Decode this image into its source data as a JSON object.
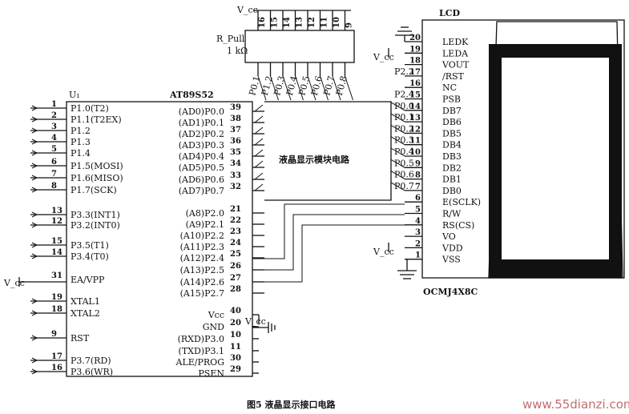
{
  "vcc_label": "V_cc",
  "r_pull": {
    "name": "R_Pull",
    "value": "1 kΩ",
    "pins": [
      "16",
      "15",
      "14",
      "13",
      "12",
      "11",
      "10",
      "9"
    ]
  },
  "mcu": {
    "id": "U₁",
    "part": "AT89S52",
    "left_pins": [
      {
        "num": "1",
        "label": "P1.0(T2)"
      },
      {
        "num": "2",
        "label": "P1.1(T2EX)"
      },
      {
        "num": "3",
        "label": "P1.2"
      },
      {
        "num": "4",
        "label": "P1.3"
      },
      {
        "num": "5",
        "label": "P1.4"
      },
      {
        "num": "6",
        "label": "P1.5(MOSI)"
      },
      {
        "num": "7",
        "label": "P1.6(MISO)"
      },
      {
        "num": "8",
        "label": "P1.7(SCK)"
      },
      {
        "num": "13",
        "label": "P3.3(INT1)"
      },
      {
        "num": "12",
        "label": "P3.2(INT0)"
      },
      {
        "num": "15",
        "label": "P3.5(T1)"
      },
      {
        "num": "14",
        "label": "P3.4(T0)"
      },
      {
        "num": "31",
        "label": "EA/VPP"
      },
      {
        "num": "19",
        "label": "XTAL1"
      },
      {
        "num": "18",
        "label": "XTAL2"
      },
      {
        "num": "9",
        "label": "RST"
      },
      {
        "num": "17",
        "label": "P3.7(RD)"
      },
      {
        "num": "16",
        "label": "P3.6(WR)"
      }
    ],
    "right_pins": [
      {
        "num": "39",
        "label": "(AD0)P0.0"
      },
      {
        "num": "38",
        "label": "(AD1)P0.1"
      },
      {
        "num": "37",
        "label": "(AD2)P0.2"
      },
      {
        "num": "36",
        "label": "(AD3)P0.3"
      },
      {
        "num": "35",
        "label": "(AD4)P0.4"
      },
      {
        "num": "34",
        "label": "(AD5)P0.5"
      },
      {
        "num": "33",
        "label": "(AD6)P0.6"
      },
      {
        "num": "32",
        "label": "(AD7)P0.7"
      },
      {
        "num": "21",
        "label": "(A8)P2.0"
      },
      {
        "num": "22",
        "label": "(A9)P2.1"
      },
      {
        "num": "23",
        "label": "(A10)P2.2"
      },
      {
        "num": "24",
        "label": "(A11)P2.3"
      },
      {
        "num": "25",
        "label": "(A12)P2.4"
      },
      {
        "num": "26",
        "label": "(A13)P2.5"
      },
      {
        "num": "27",
        "label": "(A14)P2.6"
      },
      {
        "num": "28",
        "label": "(A15)P2.7"
      },
      {
        "num": "40",
        "label": "Vcc"
      },
      {
        "num": "20",
        "label": "GND"
      },
      {
        "num": "10",
        "label": "(RXD)P3.0"
      },
      {
        "num": "11",
        "label": "(TXD)P3.1"
      },
      {
        "num": "30",
        "label": "ALE/PROG"
      },
      {
        "num": "29",
        "label": "PSEN"
      }
    ]
  },
  "pullup_nets": [
    "P0.1",
    "P1.2",
    "P0.3",
    "P0.4",
    "P0.5",
    "P0.6",
    "P0.7",
    "P0.8"
  ],
  "bus_label": "液晶显示模块电路",
  "lcd": {
    "title": "LCD",
    "part": "OCMJ4X8C",
    "pins": [
      {
        "num": "20",
        "label": "LEDK"
      },
      {
        "num": "19",
        "label": "LEDA"
      },
      {
        "num": "18",
        "label": "VOUT"
      },
      {
        "num": "17",
        "label": "/RST"
      },
      {
        "num": "16",
        "label": "NC"
      },
      {
        "num": "15",
        "label": "PSB"
      },
      {
        "num": "14",
        "label": "DB7"
      },
      {
        "num": "13",
        "label": "DB6"
      },
      {
        "num": "12",
        "label": "DB5"
      },
      {
        "num": "11",
        "label": "DB4"
      },
      {
        "num": "10",
        "label": "DB3"
      },
      {
        "num": "9",
        "label": "DB2"
      },
      {
        "num": "8",
        "label": "DB1"
      },
      {
        "num": "7",
        "label": "DB0"
      },
      {
        "num": "6",
        "label": "E(SCLK)"
      },
      {
        "num": "5",
        "label": "R/W"
      },
      {
        "num": "4",
        "label": "RS(CS)"
      },
      {
        "num": "3",
        "label": "VO"
      },
      {
        "num": "2",
        "label": "VDD"
      },
      {
        "num": "1",
        "label": "VSS"
      }
    ],
    "nets": [
      "P2.2",
      "P2.4",
      "P0.0",
      "P0.1",
      "P0.2",
      "P0.3",
      "P0.4",
      "P0.5",
      "P0.6",
      "P0.7"
    ]
  },
  "caption": "图5   液晶显示接口电路",
  "watermark": "www.55dianzi.com"
}
